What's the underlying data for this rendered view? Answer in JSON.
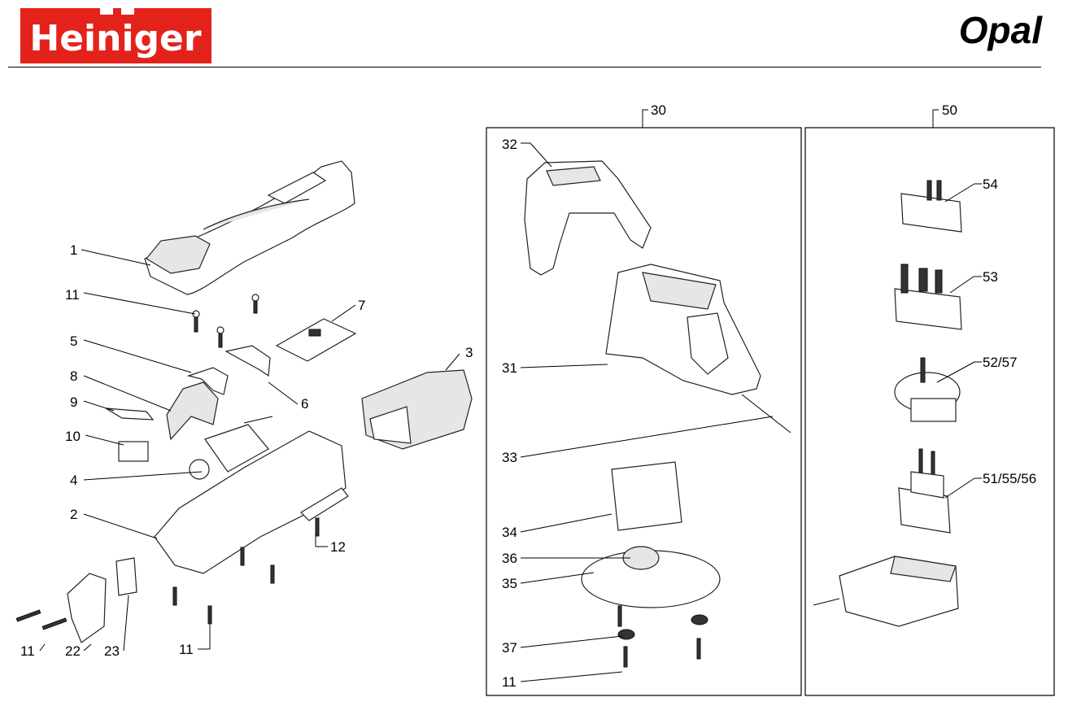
{
  "brand": {
    "logo_text": "Heiniger",
    "logo_color": "#e3231b"
  },
  "model_name": "Opal",
  "callouts": {
    "c1": "1",
    "c2": "2",
    "c3": "3",
    "c4": "4",
    "c5": "5",
    "c6": "6",
    "c7": "7",
    "c8": "8",
    "c9": "9",
    "c10": "10",
    "c11a": "11",
    "c11b": "11",
    "c11c": "11",
    "c11d": "11",
    "c12": "12",
    "c22": "22",
    "c23": "23",
    "c30": "30",
    "c31": "31",
    "c32": "32",
    "c33": "33",
    "c34": "34",
    "c35": "35",
    "c36": "36",
    "c37": "37",
    "c50": "50",
    "c51": "51/55/56",
    "c52": "52/57",
    "c53": "53",
    "c54": "54"
  }
}
